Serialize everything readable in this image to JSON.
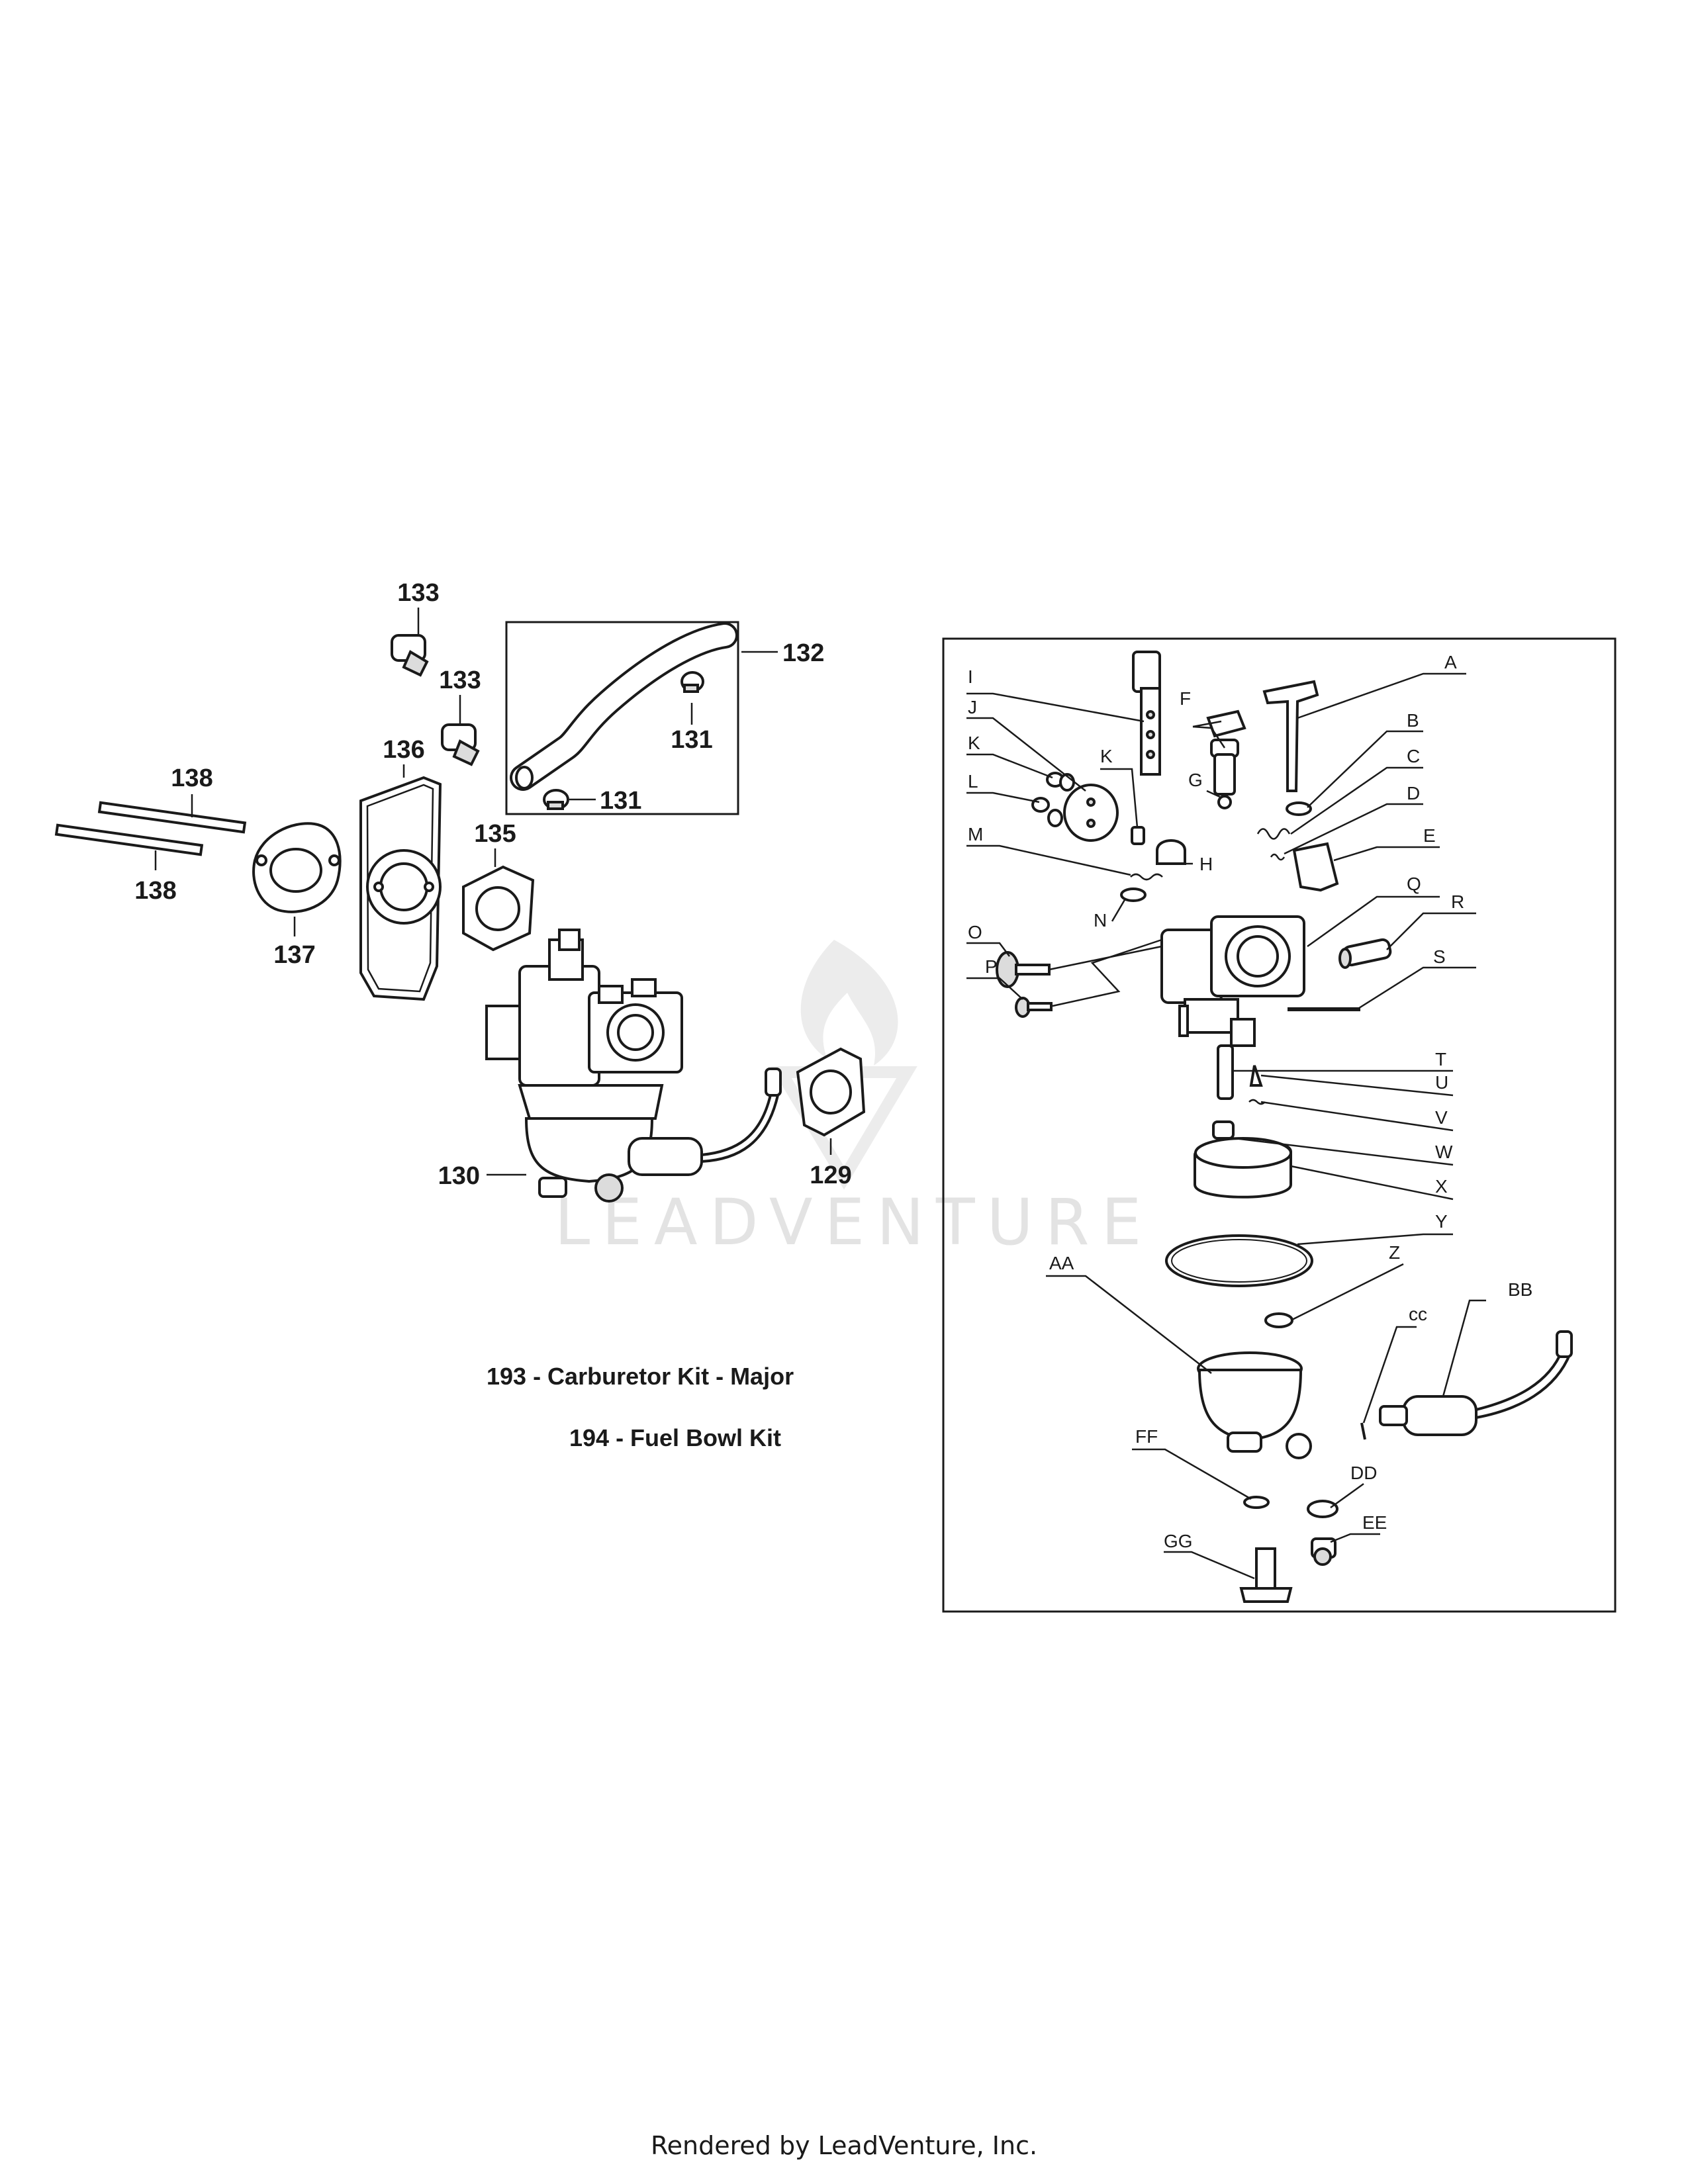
{
  "callouts": {
    "c133a": "133",
    "c133b": "133",
    "c132": "132",
    "c131a": "131",
    "c131b": "131",
    "c138a": "138",
    "c138b": "138",
    "c136": "136",
    "c135": "135",
    "c137": "137",
    "c130": "130",
    "c129": "129"
  },
  "letters": {
    "A": "A",
    "B": "B",
    "C": "C",
    "D": "D",
    "E": "E",
    "F": "F",
    "G": "G",
    "H": "H",
    "I": "I",
    "J": "J",
    "K1": "K",
    "K2": "K",
    "L": "L",
    "M": "M",
    "N": "N",
    "O": "O",
    "P": "P",
    "Q": "Q",
    "R": "R",
    "S": "S",
    "T": "T",
    "U": "U",
    "V": "V",
    "W": "W",
    "X": "X",
    "Y": "Y",
    "Z": "Z",
    "AA": "AA",
    "BB": "BB",
    "CC": "cc",
    "DD": "DD",
    "EE": "EE",
    "FF": "FF",
    "GG": "GG"
  },
  "kits": {
    "kit193": "193 - Carburetor Kit - Major",
    "kit194": "194 - Fuel Bowl Kit"
  },
  "watermark": "LEADVENTURE",
  "footer": "Rendered by LeadVenture, Inc."
}
